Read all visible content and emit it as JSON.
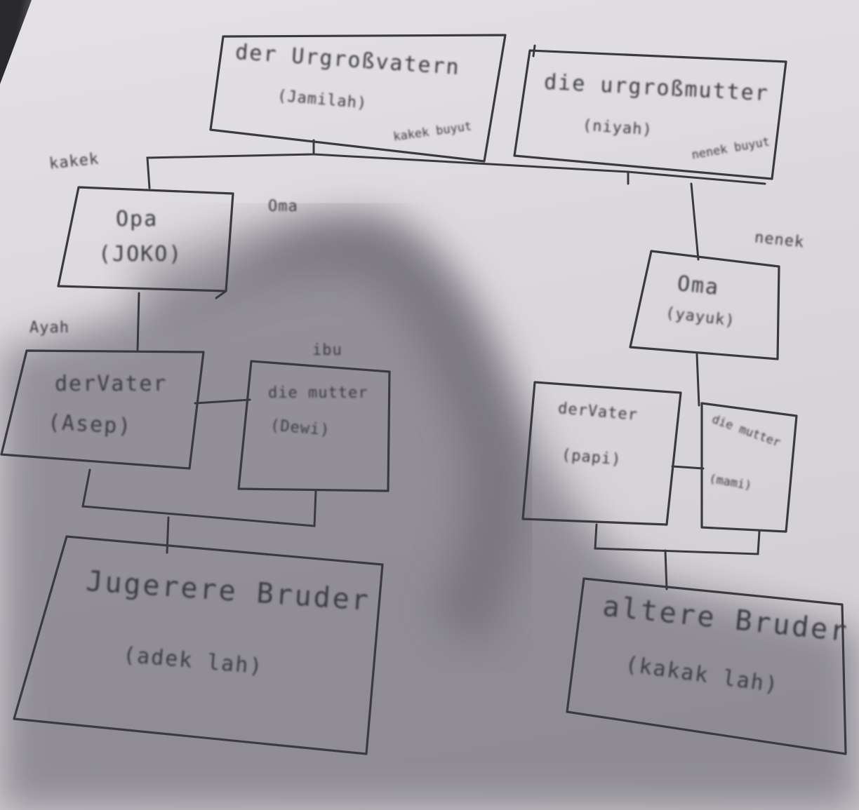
{
  "labels": {
    "urgrossvater": "der Urgroßvatern",
    "urgrossvater_name": "(Jamilah)",
    "urgrossvater_note": "kakek buyut",
    "urgrossmutter": "die urgroßmutter",
    "urgrossmutter_name": "(niyah)",
    "urgrossmutter_note": "nenek buyut",
    "kakek": "kakek",
    "oma_top": "Oma",
    "nenek": "nenek",
    "opa": "Opa",
    "opa_name": "(JOKO)",
    "oma": "Oma",
    "oma_name": "(yayuk)",
    "ayah": "Ayah",
    "ibu": "ibu",
    "vater_left": "derVater",
    "vater_left_name": "(Asep)",
    "mutter_left": "die mutter",
    "mutter_left_name": "(Dewi)",
    "vater_right": "derVater",
    "vater_right_name": "(papi)",
    "mutter_right": "die mutter",
    "mutter_right_name": "(mami)",
    "juengere": "Jugerere Bruder",
    "juengere_name": "(adek lah)",
    "aeltere": "altere Bruder",
    "aeltere_name": "(kakak lah)"
  },
  "colors": {
    "ink": "#3a3a40",
    "paper": "#dedbe0",
    "shadow": "#58555c"
  }
}
